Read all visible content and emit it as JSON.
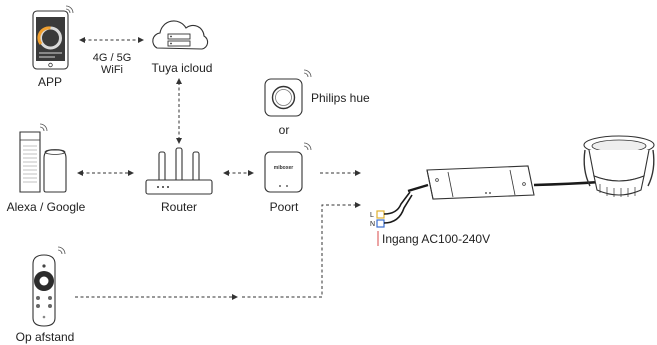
{
  "nodes": {
    "app": {
      "label": "APP"
    },
    "cloud": {
      "label": "Tuya icloud"
    },
    "app_cloud_link": {
      "label_line1": "4G / 5G",
      "label_line2": "WiFi"
    },
    "philips": {
      "label": "Philips hue"
    },
    "or": {
      "label": "or"
    },
    "gateway": {
      "label": "Poort",
      "brand": "miboxer"
    },
    "router": {
      "label": "Router"
    },
    "voice": {
      "label": "Alexa / Google"
    },
    "remote": {
      "label": "Op afstand"
    },
    "input": {
      "label": "Ingang AC100-240V",
      "terminal_l": "L",
      "terminal_n": "N"
    }
  },
  "colors": {
    "line": "#333333",
    "text": "#222222",
    "wire_yellow": "#e0b030",
    "wire_blue": "#3a6fd0",
    "wire_red": "#d84a4a"
  }
}
